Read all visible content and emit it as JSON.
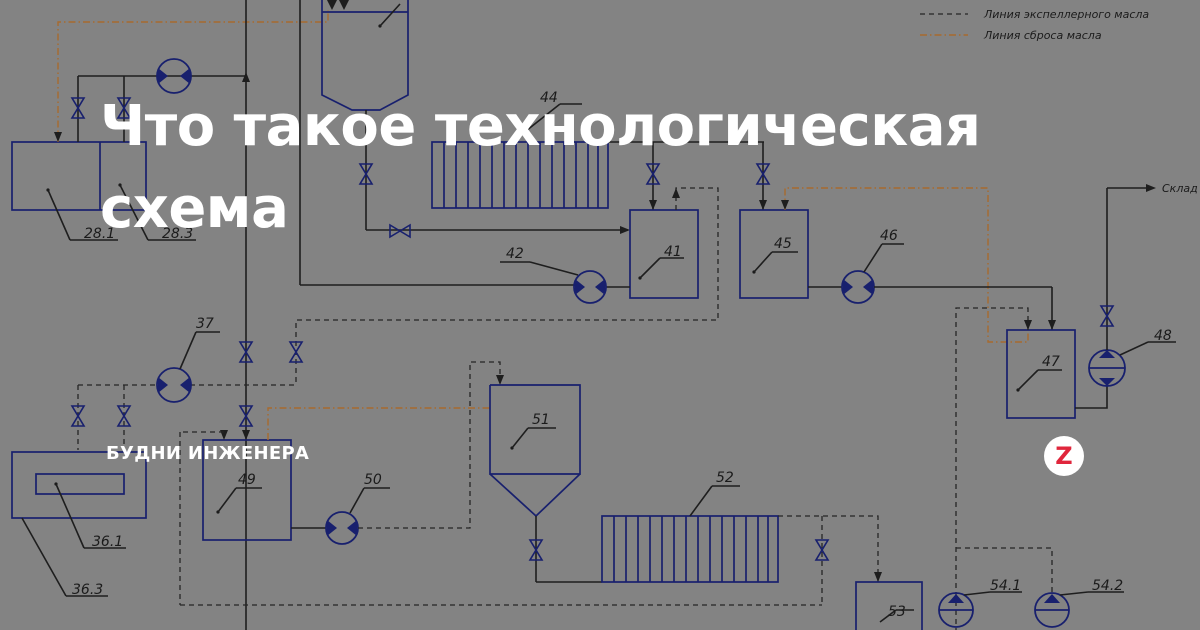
{
  "article": {
    "title": "Что такое технологическая схема",
    "channel": "БУДНИ ИНЖЕНЕРА"
  },
  "logo": {
    "icon": "zen-logo-icon",
    "glyph": "Z",
    "color": "#e0263c"
  },
  "diagram": {
    "legend": [
      {
        "text": "Линия экспеллерного масла",
        "style": "dashed",
        "color": "#262626"
      },
      {
        "text": "Линия сброса масла",
        "style": "dash-dot",
        "color": "#a86a2e"
      }
    ],
    "outlet_label": "Склад",
    "labels": [
      "28.1",
      "28.3",
      "36.1",
      "36.3",
      "37",
      "41",
      "42",
      "44",
      "45",
      "46",
      "47",
      "48",
      "49",
      "50",
      "51",
      "52",
      "53",
      "54.1",
      "54.2"
    ]
  },
  "colors": {
    "background": "#838383",
    "equipment": "#18206e",
    "title": "#ffffff"
  }
}
